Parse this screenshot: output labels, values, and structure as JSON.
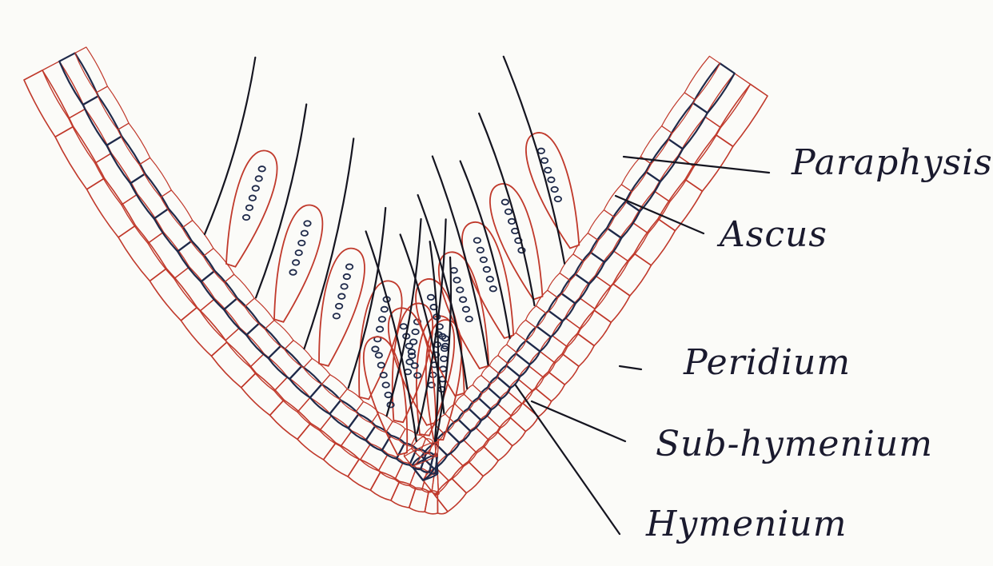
{
  "labels": {
    "paraphysis": "Paraphysis",
    "ascus": "Ascus",
    "peridium": "Peridium",
    "subhymenium": "Sub-hymenium",
    "hymenium": "Hymenium"
  },
  "colors": {
    "peridium_red": "#c0392b",
    "hymenium_blue": "#1f2a4a",
    "ink": "#151520",
    "paper": "#fbfbf8"
  }
}
